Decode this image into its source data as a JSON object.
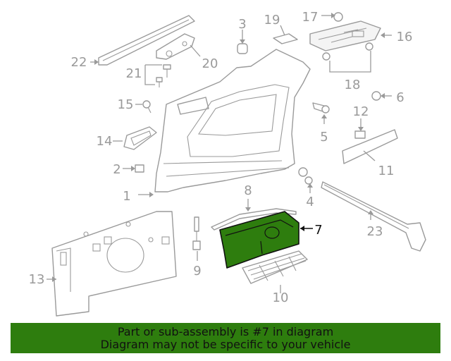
{
  "diagram": {
    "highlighted_part": "7",
    "callouts": {
      "c1": "1",
      "c2": "2",
      "c3": "3",
      "c4": "4",
      "c5": "5",
      "c6": "6",
      "c7": "7",
      "c8": "8",
      "c9": "9",
      "c10": "10",
      "c11": "11",
      "c12": "12",
      "c13": "13",
      "c14": "14",
      "c15": "15",
      "c16": "16",
      "c17": "17",
      "c18": "18",
      "c19": "19",
      "c20": "20",
      "c21": "21",
      "c22": "22",
      "c23": "23"
    }
  },
  "banner": {
    "line1": "Part or sub-assembly is #7 in diagram",
    "line2": "Diagram may not be specific to your vehicle"
  },
  "colors": {
    "highlight": "#2e7d0e",
    "line_art": "#9a9a9a",
    "banner_bg": "#2e7d0e"
  }
}
